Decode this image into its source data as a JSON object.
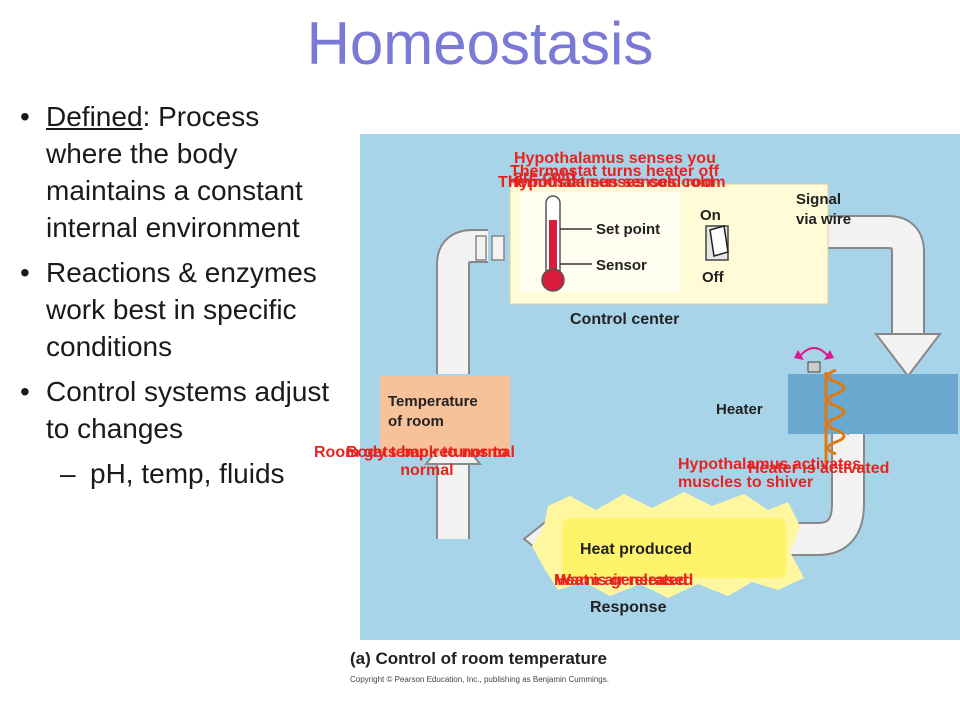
{
  "slide": {
    "title": "Homeostasis",
    "bullets": [
      {
        "term": "Defined",
        "text": ": Process where the body maintains a constant internal environment"
      },
      {
        "text": "Reactions & enzymes work best in specific conditions"
      },
      {
        "text": "Control systems adjust to changes"
      }
    ],
    "sub_bullet": "pH, temp, fluids",
    "bullet_glyph": "•",
    "dash_glyph": "–"
  },
  "diagram": {
    "control_center_label": "Control center",
    "set_point_label": "Set point",
    "sensor_label": "Sensor",
    "switch_on": "On",
    "switch_off": "Off",
    "signal_label_1": "Signal",
    "signal_label_2": "via wire",
    "heater_label": "Heater",
    "room_temp_1": "Temperature",
    "room_temp_2": "of room",
    "heat_produced": "Heat produced",
    "response_label": "Response",
    "caption": "(a) Control of room temperature",
    "copyright": "Copyright © Pearson Education, Inc., publishing as Benjamin Cummings.",
    "colors": {
      "panel_bg": "#a8d4ea",
      "cream": "#fffbd6",
      "orange_box": "#f7c29a",
      "heater_box": "#6aa8d0",
      "arrow_fill": "#f2f2f2",
      "coil": "#e07a10",
      "glow": "#fff36a"
    }
  },
  "overlays": {
    "top_1": "Hypothalamus senses you",
    "top_1b": "are cold",
    "top_2": "Thermostat turns heater off",
    "top_3": "Thermostat senses cold room",
    "top_4": "Hypothalamus senses cold",
    "left_1": "Body temp returns to",
    "left_1b": "normal",
    "left_2": "Room gets back to normal",
    "right_1": "Hypothalamus activates",
    "right_1b": "muscles to shiver",
    "right_2": "Heater is activated",
    "bottom_1": "Heat is generated",
    "bottom_2": "Warm air released"
  }
}
